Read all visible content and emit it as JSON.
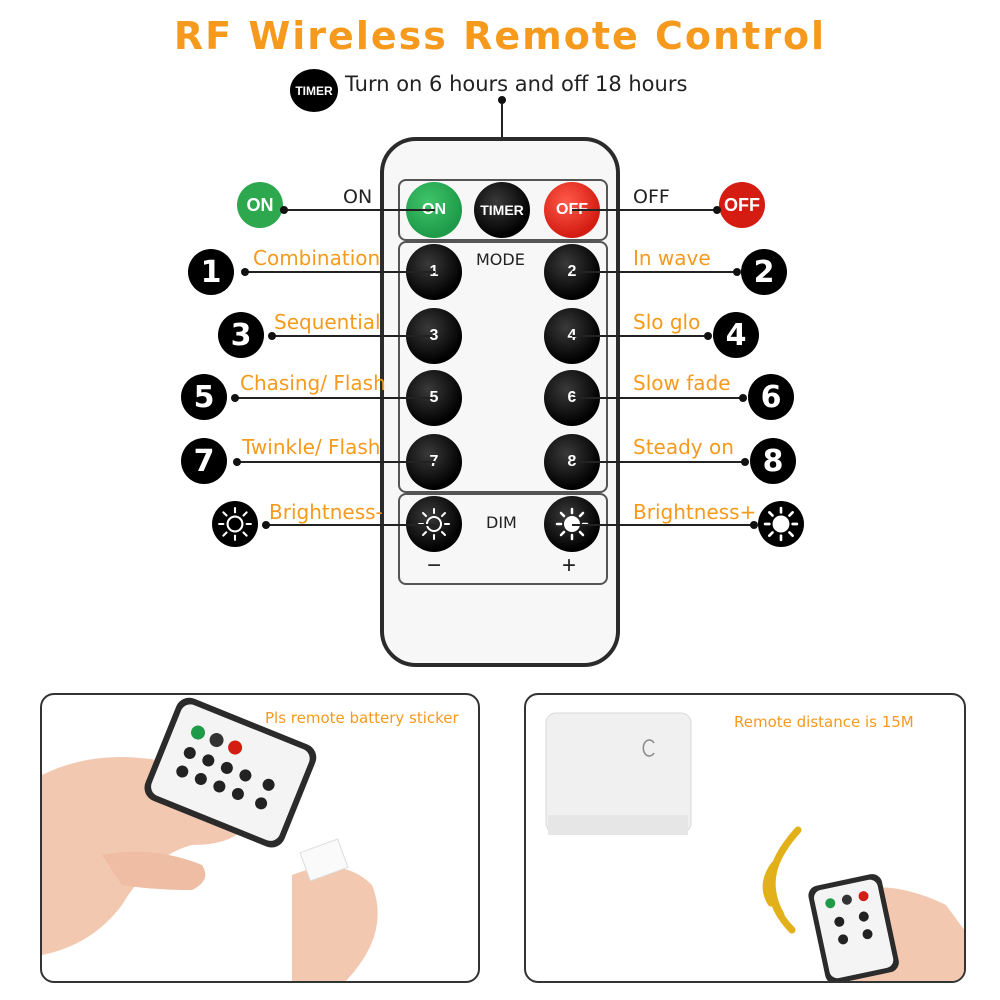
{
  "title": "RF Wireless Remote Control",
  "timer_note": {
    "badge": "TIMER",
    "text": "Turn on 6 hours and off 18 hours"
  },
  "top_buttons": {
    "on_left_badge": "ON",
    "on_line_label": "ON",
    "on_button": "ON",
    "timer_button": "TIMER",
    "off_button": "OFF",
    "off_line_label": "OFF",
    "off_right_badge": "OFF"
  },
  "remote": {
    "mode_label": "MODE",
    "dim_label": "DIM",
    "minus": "−",
    "plus": "+",
    "buttons": [
      "1",
      "2",
      "3",
      "4",
      "5",
      "6",
      "7",
      "8"
    ]
  },
  "functions": [
    {
      "num": "1",
      "label": "Combination"
    },
    {
      "num": "2",
      "label": "In wave"
    },
    {
      "num": "3",
      "label": "Sequential"
    },
    {
      "num": "4",
      "label": "Slo glo"
    },
    {
      "num": "5",
      "label": "Chasing/ Flash"
    },
    {
      "num": "6",
      "label": "Slow fade"
    },
    {
      "num": "7",
      "label": "Twinkle/ Flash"
    },
    {
      "num": "8",
      "label": "Steady on"
    }
  ],
  "brightness": {
    "minus_label": "Brightness-",
    "plus_label": "Brightness+"
  },
  "photos": {
    "left_caption": "Pls  remote battery sticker",
    "right_caption": "Remote distance is 15M"
  },
  "colors": {
    "accent": "#f59a1c",
    "on_green": "#1e9a48",
    "off_red": "#d41c12"
  }
}
